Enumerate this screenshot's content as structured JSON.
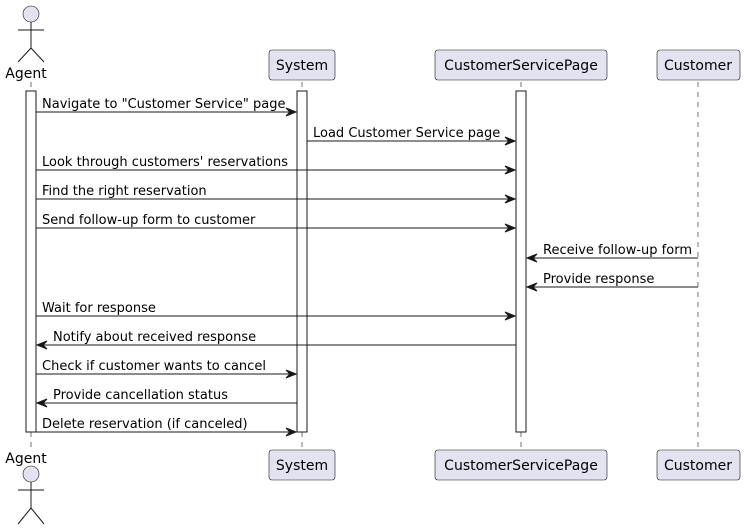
{
  "participants": [
    {
      "id": "agent",
      "label": "Agent",
      "kind": "actor"
    },
    {
      "id": "system",
      "label": "System",
      "kind": "participant"
    },
    {
      "id": "csp",
      "label": "CustomerServicePage",
      "kind": "participant"
    },
    {
      "id": "customer",
      "label": "Customer",
      "kind": "participant"
    }
  ],
  "messages": [
    {
      "from": "agent",
      "to": "system",
      "text": "Navigate to \"Customer Service\" page"
    },
    {
      "from": "system",
      "to": "csp",
      "text": "Load Customer Service page"
    },
    {
      "from": "agent",
      "to": "csp",
      "text": "Look through customers' reservations"
    },
    {
      "from": "agent",
      "to": "csp",
      "text": "Find the right reservation"
    },
    {
      "from": "agent",
      "to": "csp",
      "text": "Send follow-up form to customer"
    },
    {
      "from": "customer",
      "to": "csp",
      "text": "Receive follow-up form"
    },
    {
      "from": "customer",
      "to": "csp",
      "text": "Provide response"
    },
    {
      "from": "agent",
      "to": "csp",
      "text": "Wait for response"
    },
    {
      "from": "csp",
      "to": "agent",
      "text": "Notify about received response"
    },
    {
      "from": "agent",
      "to": "system",
      "text": "Check if customer wants to cancel"
    },
    {
      "from": "system",
      "to": "agent",
      "text": "Provide cancellation status"
    },
    {
      "from": "agent",
      "to": "system",
      "text": "Delete reservation (if canceled)"
    }
  ]
}
